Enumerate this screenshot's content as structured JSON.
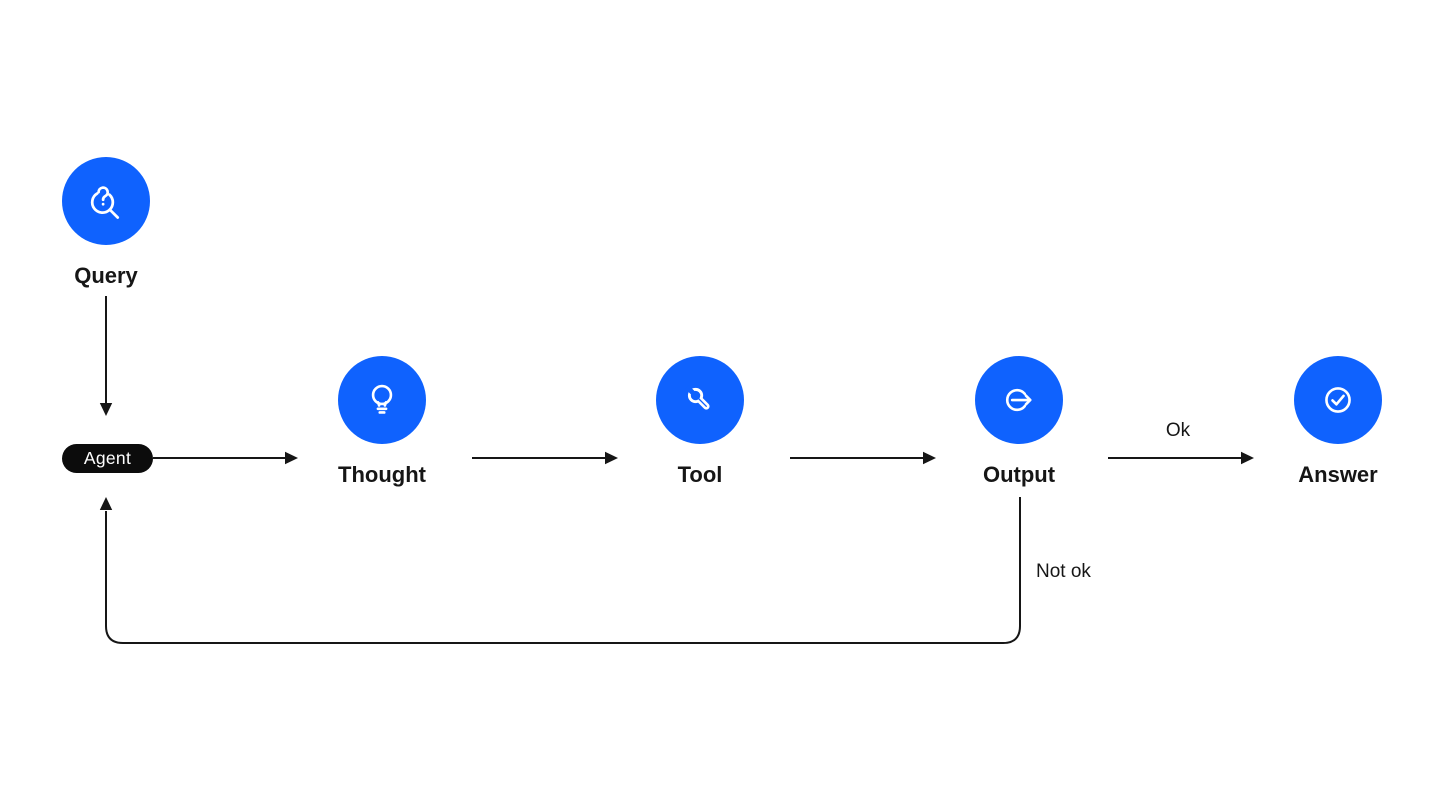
{
  "diagram": {
    "nodes": [
      {
        "id": "query",
        "label": "Query",
        "shape": "circle",
        "icon": "search-question-icon"
      },
      {
        "id": "agent",
        "label": "Agent",
        "shape": "pill",
        "icon": null
      },
      {
        "id": "thought",
        "label": "Thought",
        "shape": "circle",
        "icon": "lightbulb-icon"
      },
      {
        "id": "tool",
        "label": "Tool",
        "shape": "circle",
        "icon": "wrench-icon"
      },
      {
        "id": "output",
        "label": "Output",
        "shape": "circle",
        "icon": "export-arrow-icon"
      },
      {
        "id": "answer",
        "label": "Answer",
        "shape": "circle",
        "icon": "check-circle-icon"
      }
    ],
    "edges": [
      {
        "from": "query",
        "to": "agent",
        "label": ""
      },
      {
        "from": "agent",
        "to": "thought",
        "label": ""
      },
      {
        "from": "thought",
        "to": "tool",
        "label": ""
      },
      {
        "from": "tool",
        "to": "output",
        "label": ""
      },
      {
        "from": "output",
        "to": "answer",
        "label": "Ok"
      },
      {
        "from": "output",
        "to": "agent",
        "label": "Not ok"
      }
    ],
    "colors": {
      "node_fill": "#0f62fe",
      "icon_stroke": "#ffffff",
      "agent_pill_fill": "#0c0c0c",
      "agent_pill_text": "#ffffff",
      "line": "#161616",
      "label_text": "#161616",
      "background": "#ffffff"
    }
  }
}
